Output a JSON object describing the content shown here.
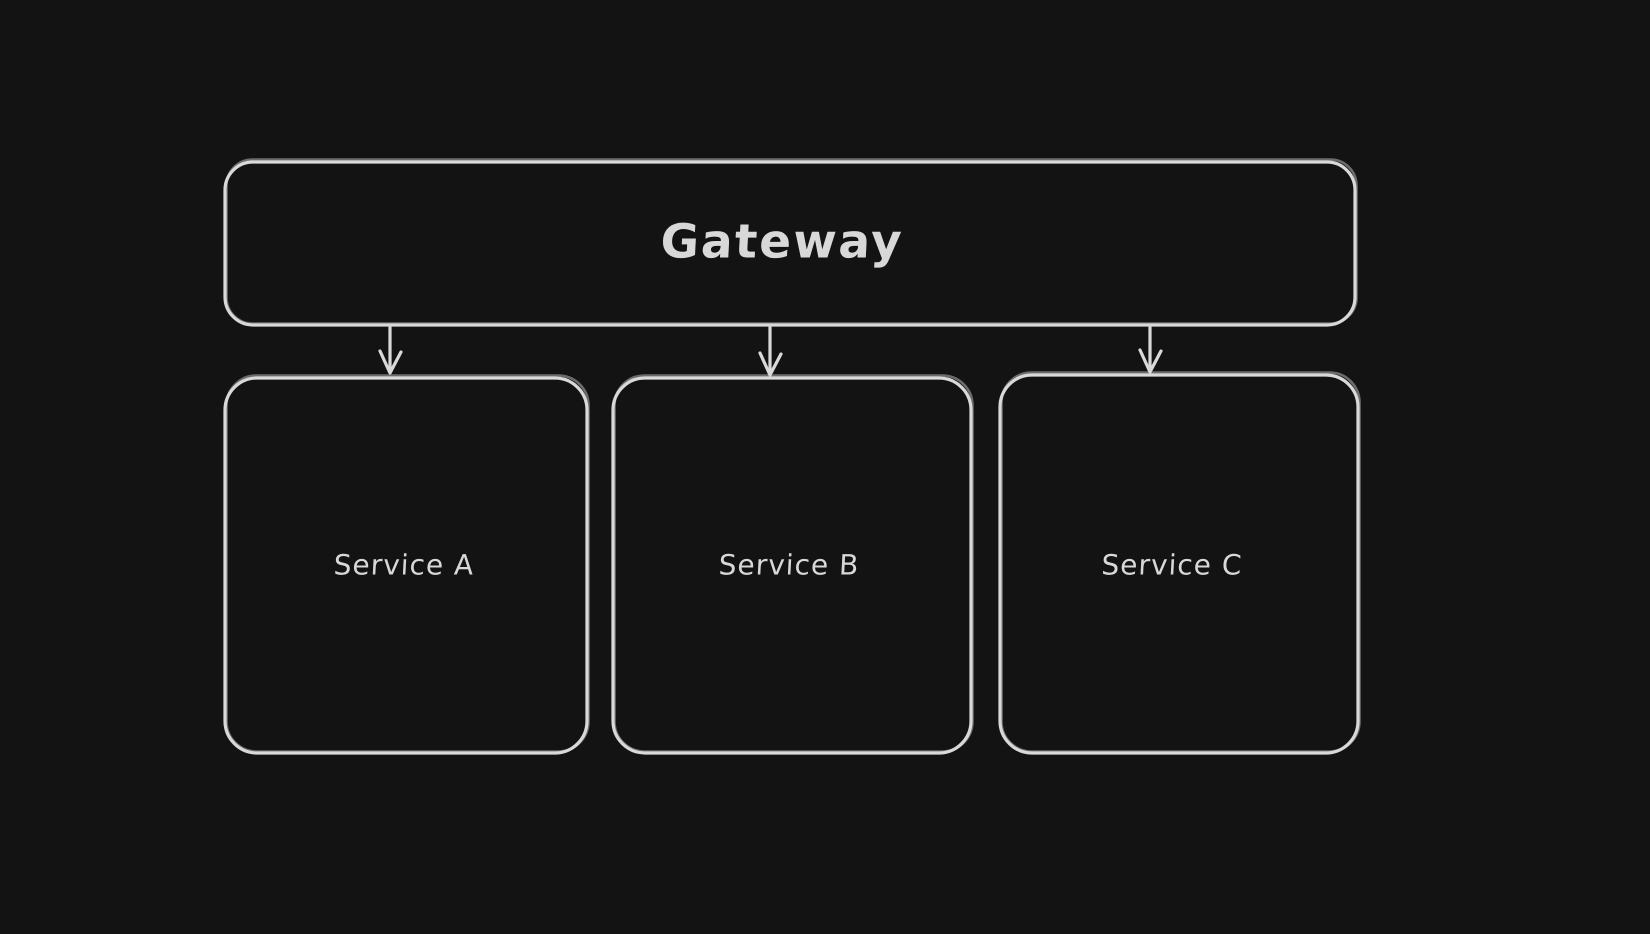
{
  "canvas": {
    "background_color": "#131313",
    "stroke_color": "#d9d9d9",
    "text_color": "#d8d8d8",
    "style": "hand-drawn"
  },
  "diagram": {
    "type": "architecture-flowchart",
    "nodes": [
      {
        "id": "gateway",
        "label": "Gateway"
      },
      {
        "id": "service-a",
        "label": "Service A"
      },
      {
        "id": "service-b",
        "label": "Service B"
      },
      {
        "id": "service-c",
        "label": "Service C"
      }
    ],
    "edges": [
      {
        "from": "gateway",
        "to": "service-a",
        "type": "arrow",
        "direction": "down"
      },
      {
        "from": "gateway",
        "to": "service-b",
        "type": "arrow",
        "direction": "down"
      },
      {
        "from": "gateway",
        "to": "service-c",
        "type": "arrow",
        "direction": "down"
      }
    ]
  }
}
